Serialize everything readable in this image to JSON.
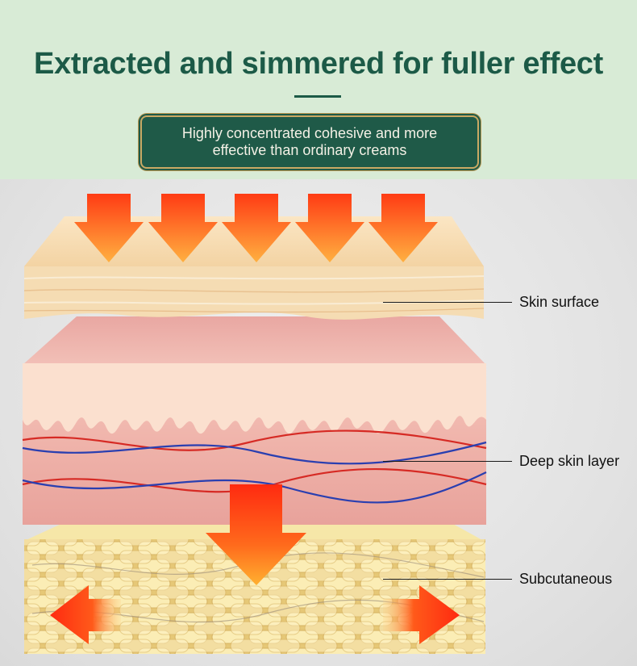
{
  "header": {
    "title": "Extracted and simmered for fuller effect",
    "badge_line1": "Highly concentrated cohesive and more",
    "badge_line2": "effective than ordinary creams"
  },
  "layers": [
    {
      "label": "Skin surface"
    },
    {
      "label": "Deep skin layer"
    },
    {
      "label": "Subcutaneous"
    }
  ],
  "colors": {
    "header_bg": "#d8ebd6",
    "title": "#1c5a47",
    "badge_bg": "#1f5a48",
    "badge_border": "#c9a964",
    "arrow": "#ff5a1a",
    "skin_surface": "#f7dcb4",
    "deep_skin": "#efb3ad",
    "subcutaneous": "#f0d98c"
  }
}
